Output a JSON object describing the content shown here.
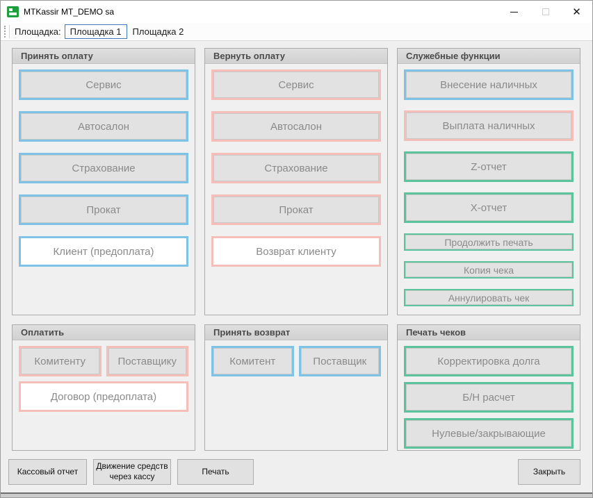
{
  "window": {
    "title": "MTKassir MT_DEMO sa",
    "controls": {
      "minimize": "minimize",
      "maximize": "maximize",
      "close": "✕"
    }
  },
  "toolbar": {
    "label": "Площадка:",
    "tabs": [
      {
        "label": "Площадка 1",
        "selected": true
      },
      {
        "label": "Площадка 2",
        "selected": false
      }
    ]
  },
  "groups": [
    {
      "id": "accept-payment",
      "title": "Принять оплату",
      "gap": 16,
      "rows": [
        {
          "buttons": [
            {
              "name": "accept-service",
              "label": "Сервис",
              "accent": "blue",
              "fill": "gray",
              "size": "tall"
            }
          ]
        },
        {
          "buttons": [
            {
              "name": "accept-autosalon",
              "label": "Автосалон",
              "accent": "blue",
              "fill": "gray",
              "size": "tall"
            }
          ]
        },
        {
          "buttons": [
            {
              "name": "accept-insurance",
              "label": "Страхование",
              "accent": "blue",
              "fill": "gray",
              "size": "tall"
            }
          ]
        },
        {
          "buttons": [
            {
              "name": "accept-rental",
              "label": "Прокат",
              "accent": "blue",
              "fill": "gray",
              "size": "tall"
            }
          ]
        },
        {
          "buttons": [
            {
              "name": "client-prepayment",
              "label": "Клиент (предоплата)",
              "accent": "blue",
              "fill": "white",
              "size": "tall"
            }
          ]
        }
      ]
    },
    {
      "id": "refund-payment",
      "title": "Вернуть оплату",
      "gap": 16,
      "rows": [
        {
          "buttons": [
            {
              "name": "refund-service",
              "label": "Сервис",
              "accent": "pink",
              "fill": "gray",
              "size": "tall"
            }
          ]
        },
        {
          "buttons": [
            {
              "name": "refund-autosalon",
              "label": "Автосалон",
              "accent": "pink",
              "fill": "gray",
              "size": "tall"
            }
          ]
        },
        {
          "buttons": [
            {
              "name": "refund-insurance",
              "label": "Страхование",
              "accent": "pink",
              "fill": "gray",
              "size": "tall"
            }
          ]
        },
        {
          "buttons": [
            {
              "name": "refund-rental",
              "label": "Прокат",
              "accent": "pink",
              "fill": "gray",
              "size": "tall"
            }
          ]
        },
        {
          "buttons": [
            {
              "name": "refund-to-client",
              "label": "Возврат клиенту",
              "accent": "pink",
              "fill": "white",
              "size": "tall"
            }
          ]
        }
      ]
    },
    {
      "id": "service-functions",
      "title": "Служебные функции",
      "gap": 15,
      "rows": [
        {
          "buttons": [
            {
              "name": "cash-in",
              "label": "Внесение наличных",
              "accent": "blue",
              "fill": "gray",
              "size": "tall"
            }
          ]
        },
        {
          "buttons": [
            {
              "name": "cash-out",
              "label": "Выплата наличных",
              "accent": "pink",
              "fill": "gray",
              "size": "tall"
            }
          ]
        },
        {
          "buttons": [
            {
              "name": "z-report",
              "label": "Z-отчет",
              "accent": "green",
              "fill": "gray",
              "size": "tall"
            }
          ]
        },
        {
          "buttons": [
            {
              "name": "x-report",
              "label": "X-отчет",
              "accent": "green",
              "fill": "gray",
              "size": "tall"
            }
          ]
        },
        {
          "buttons": [
            {
              "name": "continue-printing",
              "label": "Продолжить печать",
              "accent": "green",
              "fill": "gray",
              "size": "short"
            }
          ]
        },
        {
          "buttons": [
            {
              "name": "receipt-copy",
              "label": "Копия чека",
              "accent": "green",
              "fill": "gray",
              "size": "short"
            }
          ]
        },
        {
          "buttons": [
            {
              "name": "cancel-receipt",
              "label": "Аннулировать чек",
              "accent": "green",
              "fill": "gray",
              "size": "short"
            }
          ]
        }
      ]
    },
    {
      "id": "pay-out",
      "title": "Оплатить",
      "gap": 7,
      "rows": [
        {
          "buttons": [
            {
              "name": "pay-committent",
              "label": "Комитенту",
              "accent": "pink",
              "fill": "gray",
              "size": "tall"
            },
            {
              "name": "pay-supplier",
              "label": "Поставщику",
              "accent": "pink",
              "fill": "gray",
              "size": "tall"
            }
          ]
        },
        {
          "buttons": [
            {
              "name": "contract-prepayment",
              "label": "Договор (предоплата)",
              "accent": "pink",
              "fill": "white",
              "size": "tall"
            }
          ]
        }
      ]
    },
    {
      "id": "accept-return",
      "title": "Принять возврат",
      "gap": 7,
      "rows": [
        {
          "buttons": [
            {
              "name": "return-committent",
              "label": "Комитент",
              "accent": "blue",
              "fill": "gray",
              "size": "tall"
            },
            {
              "name": "return-supplier",
              "label": "Поставщик",
              "accent": "blue",
              "fill": "gray",
              "size": "tall"
            }
          ]
        }
      ]
    },
    {
      "id": "print-receipts",
      "title": "Печать чеков",
      "gap": 8,
      "rows": [
        {
          "buttons": [
            {
              "name": "debt-correction",
              "label": "Корректировка долга",
              "accent": "green",
              "fill": "gray",
              "size": "tall"
            }
          ]
        },
        {
          "buttons": [
            {
              "name": "cashless-payment",
              "label": "Б/Н расчет",
              "accent": "green",
              "fill": "gray",
              "size": "tall"
            }
          ]
        },
        {
          "buttons": [
            {
              "name": "zero-closing",
              "label": "Нулевые/закрывающие",
              "accent": "green",
              "fill": "gray",
              "size": "tall"
            }
          ]
        }
      ]
    }
  ],
  "footer": {
    "buttons": [
      "Кассовый отчет",
      "Движение средств\nчерез кассу",
      "Печать"
    ],
    "close_label": "Закрыть"
  },
  "colors": {
    "accent_blue": "#7ec3e6",
    "accent_pink": "#f5beb8",
    "accent_green": "#5cc49c",
    "tab_selected_border": "#3e77bc",
    "group_header_text": "#4a4a4a",
    "button_bg": "#e2e2e2",
    "button_text": "#8a8a8a",
    "app_icon_green": "#1f9e3e"
  }
}
